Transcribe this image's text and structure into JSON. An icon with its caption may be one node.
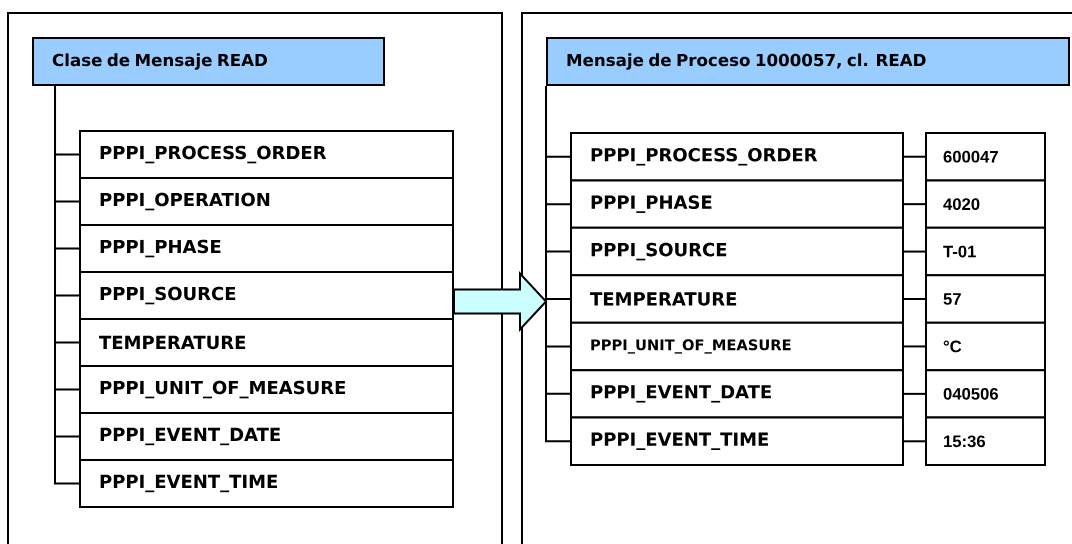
{
  "diagram": {
    "nodes": [
      {
        "text": [],
        "shape": "box"
      },
      {
        "text": [
          "Clase de Mensaje READ"
        ],
        "in": 0
      },
      {
        "text": [
          "PPPI_PROCESS_ORDER"
        ],
        "in": 0
      },
      {
        "text": [
          "PPPI_OPERATION"
        ],
        "in": 0
      },
      {
        "text": [
          "PPPI_PHASE"
        ],
        "in": 0
      },
      {
        "text": [
          "PPPI_SOURCE"
        ],
        "in": 0
      },
      {
        "text": [
          "TEMPERATURE"
        ],
        "in": 0
      },
      {
        "text": [
          "PPPI_UNIT_OF_MEASURE"
        ],
        "in": 0
      },
      {
        "text": [
          "PPPI_EVENT_DATE"
        ],
        "in": 0
      },
      {
        "text": [
          "PPPI_EVENT_TIME"
        ],
        "in": 0
      },
      {
        "text": [],
        "shape": "box"
      },
      {
        "text": [
          "Mensaje de Proceso 1000057, cl. READ"
        ],
        "in": 10
      },
      {
        "text": [
          "PPPI_PROCESS_ORDER"
        ],
        "in": 10
      },
      {
        "text": [
          "PPPI_PHASE"
        ],
        "in": 10
      },
      {
        "text": [
          "PPPI_SOURCE"
        ],
        "in": 10
      },
      {
        "text": [
          "TEMPERATURE"
        ],
        "in": 10
      },
      {
        "text": [
          "PPPI_UNIT_OF_MEASURE"
        ],
        "in": 10
      },
      {
        "text": [
          "PPPI_EVENT_DATE"
        ],
        "in": 10
      },
      {
        "text": [
          "PPPI_EVENT_TIME"
        ],
        "in": 10
      },
      {
        "text": [
          "600047"
        ],
        "in": 10
      },
      {
        "text": [
          "4020"
        ],
        "in": 10
      },
      {
        "text": [
          "T-01"
        ],
        "in": 10
      },
      {
        "text": [
          "57"
        ],
        "in": 10
      },
      {
        "text": [
          "°C"
        ],
        "in": 10
      },
      {
        "text": [
          "040506"
        ],
        "in": 10
      },
      {
        "text": [
          "15:36"
        ],
        "in": 10
      }
    ],
    "edges": [
      {
        "from": 1,
        "to": 2,
        "arrow": "none"
      },
      {
        "from": 1,
        "to": 3,
        "arrow": "none"
      },
      {
        "from": 1,
        "to": 4,
        "arrow": "none"
      },
      {
        "from": 1,
        "to": 5,
        "arrow": "none"
      },
      {
        "from": 1,
        "to": 6,
        "arrow": "none"
      },
      {
        "from": 1,
        "to": 7,
        "arrow": "none"
      },
      {
        "from": 1,
        "to": 8,
        "arrow": "none"
      },
      {
        "from": 1,
        "to": 9,
        "arrow": "none"
      },
      {
        "from": 11,
        "to": 12,
        "arrow": "none"
      },
      {
        "from": 11,
        "to": 13,
        "arrow": "none"
      },
      {
        "from": 11,
        "to": 14,
        "arrow": "none"
      },
      {
        "from": 11,
        "to": 15,
        "arrow": "none"
      },
      {
        "from": 11,
        "to": 16,
        "arrow": "none"
      },
      {
        "from": 11,
        "to": 17,
        "arrow": "none"
      },
      {
        "from": 11,
        "to": 18,
        "arrow": "none"
      },
      {
        "from": 12,
        "to": 19,
        "arrow": "none"
      },
      {
        "from": 13,
        "to": 20,
        "arrow": "none"
      },
      {
        "from": 14,
        "to": 21,
        "arrow": "none"
      },
      {
        "from": 15,
        "to": 22,
        "arrow": "none"
      },
      {
        "from": 16,
        "to": 23,
        "arrow": "none"
      },
      {
        "from": 17,
        "to": 24,
        "arrow": "none"
      },
      {
        "from": 18,
        "to": 25,
        "arrow": "none"
      },
      {
        "from": 5,
        "to": 10,
        "arrow": "to",
        "style": "thick",
        "color": "#ccffff"
      }
    ]
  }
}
